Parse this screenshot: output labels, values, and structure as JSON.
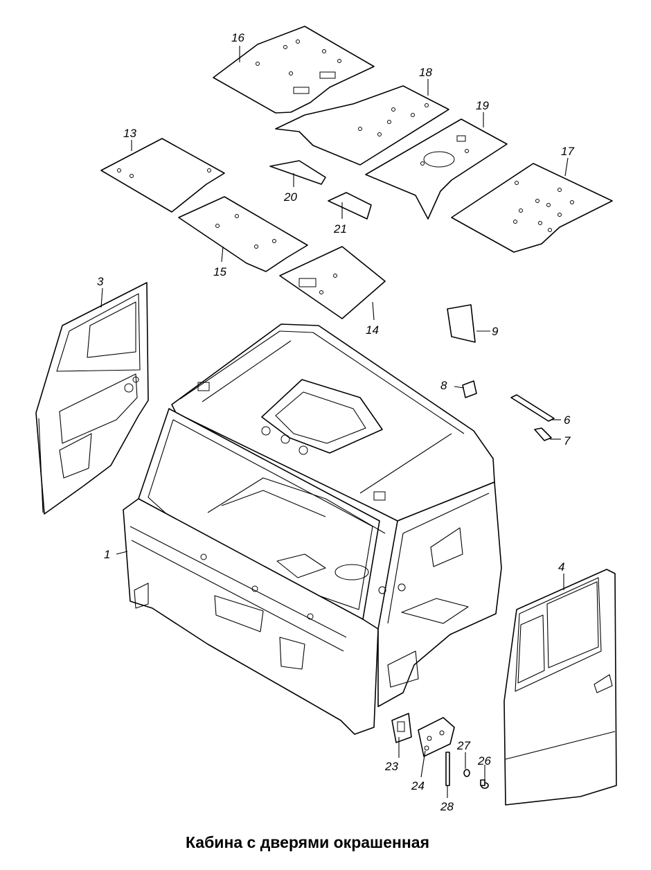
{
  "caption": "Кабина с дверями окрашенная",
  "callouts": {
    "c1": "1",
    "c3": "3",
    "c4": "4",
    "c6": "6",
    "c7": "7",
    "c8": "8",
    "c9": "9",
    "c13": "13",
    "c14": "14",
    "c15": "15",
    "c16": "16",
    "c17": "17",
    "c18": "18",
    "c19": "19",
    "c20": "20",
    "c21": "21",
    "c23": "23",
    "c24": "24",
    "c26": "26",
    "c27": "27",
    "c28": "28"
  }
}
